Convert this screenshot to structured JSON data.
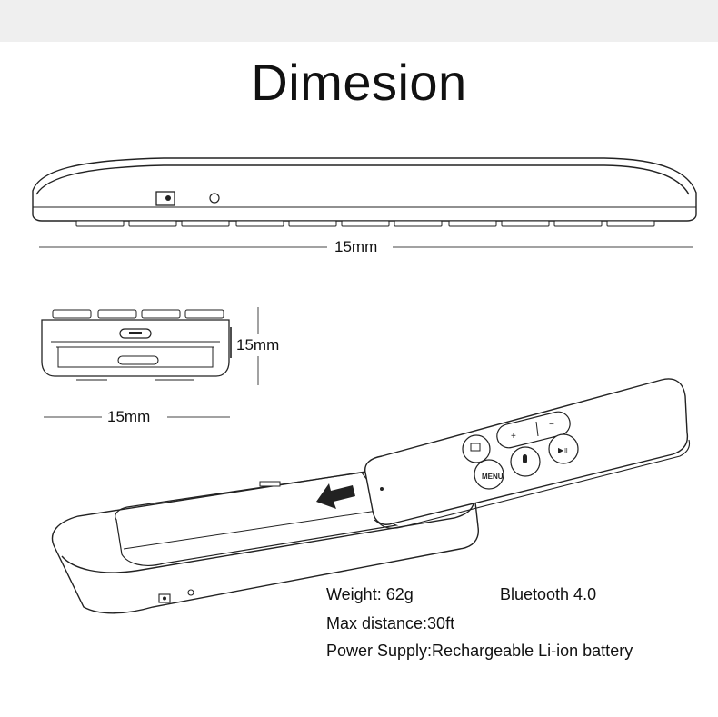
{
  "title": "Dimesion",
  "dimensions": {
    "side_length": "15mm",
    "end_height": "15mm",
    "end_width": "15mm"
  },
  "specs": {
    "weight": "Weight:  62g",
    "bluetooth": "Bluetooth 4.0",
    "max_distance": "Max distance:30ft",
    "power_supply": "Power Supply:Rechargeable Li-ion battery"
  },
  "colors": {
    "background": "#ffffff",
    "top_band": "#efefef",
    "line": "#222222"
  }
}
